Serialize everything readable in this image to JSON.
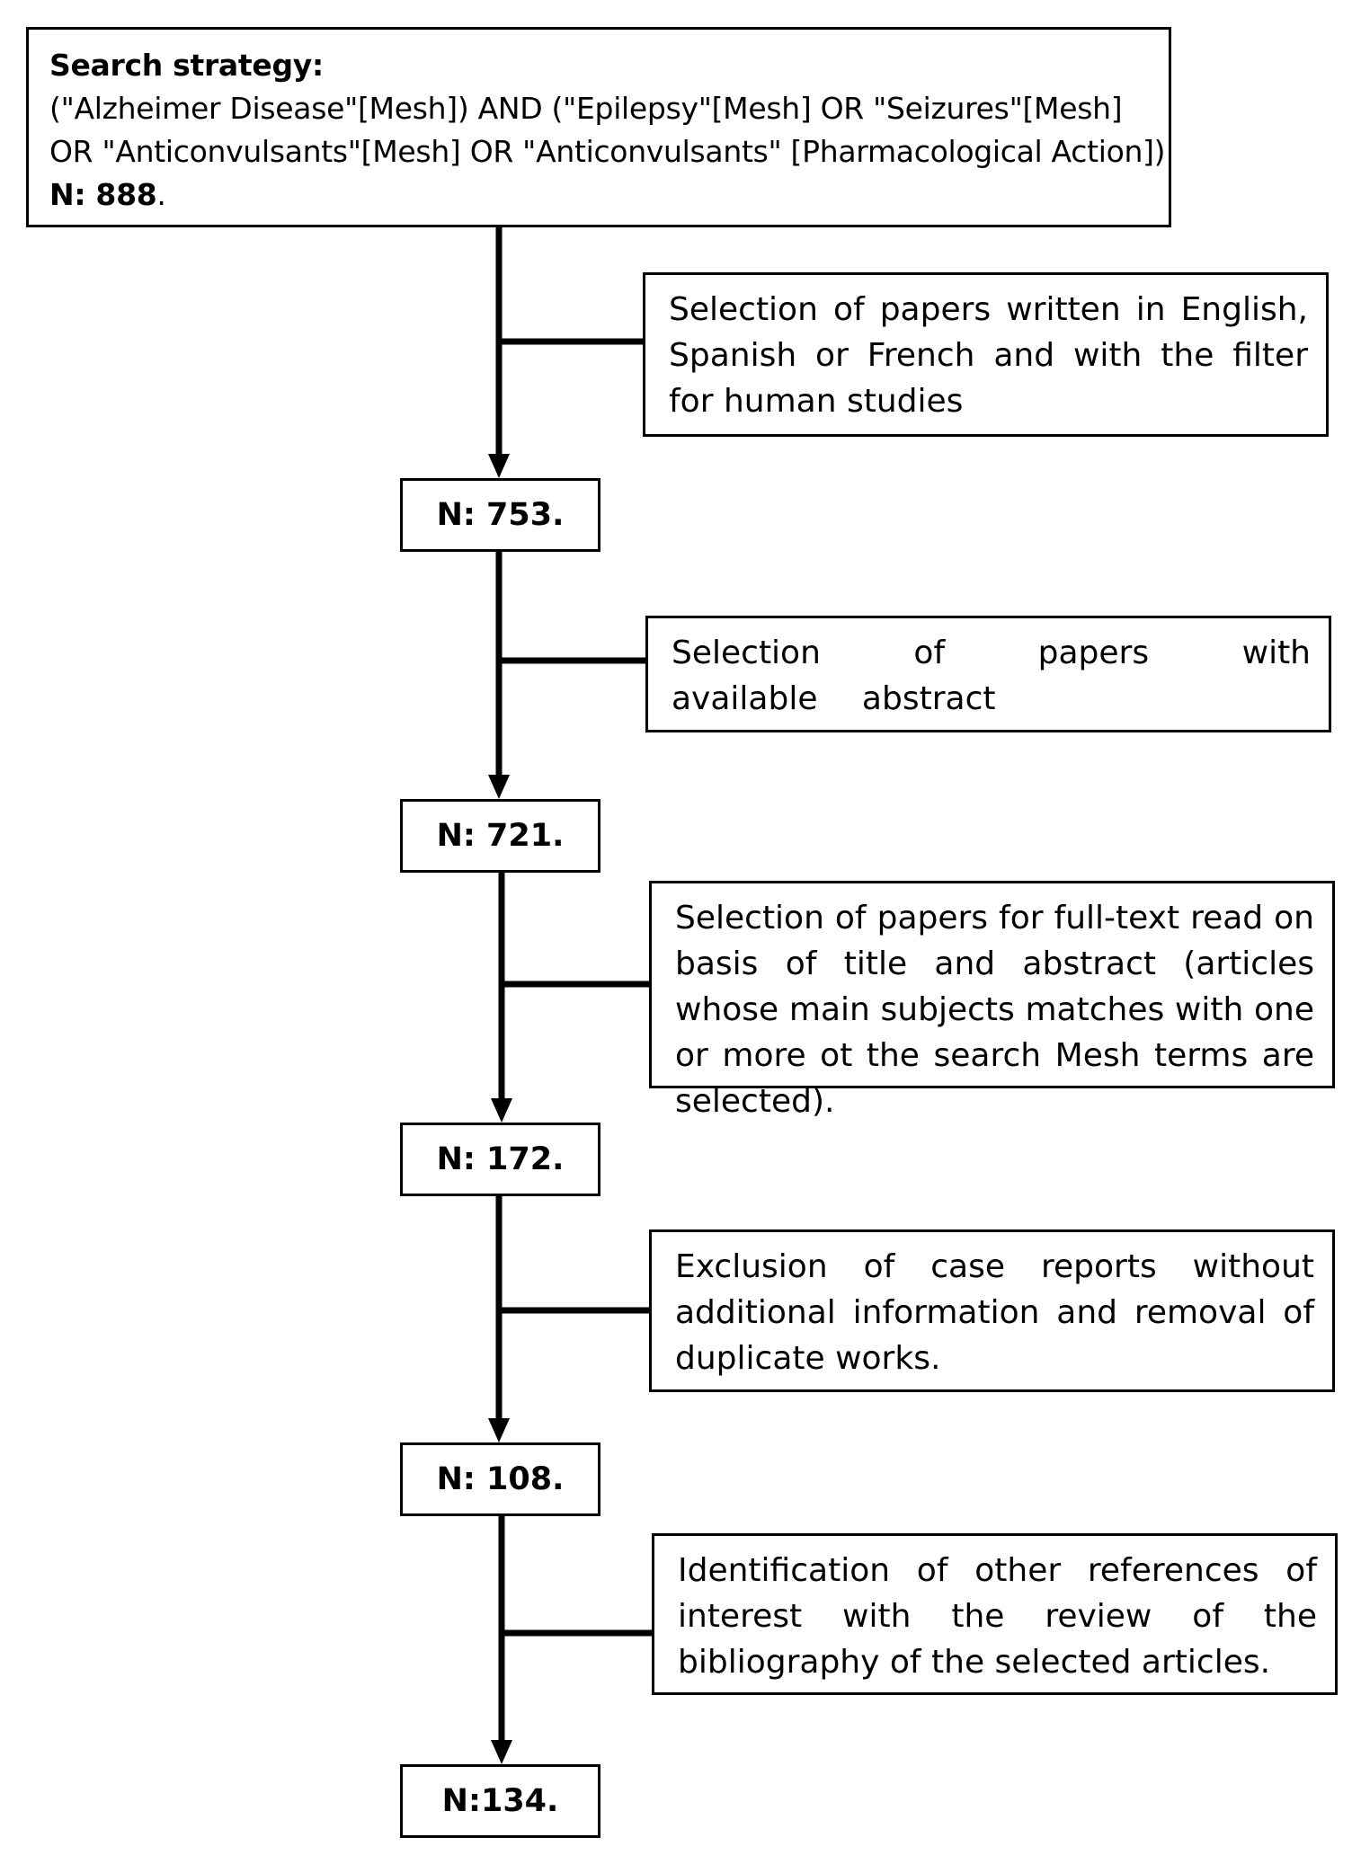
{
  "search": {
    "heading": "Search strategy:",
    "query_line_1": "(\"Alzheimer Disease\"[Mesh]) AND (\"Epilepsy\"[Mesh] OR \"Seizures\"[Mesh]",
    "query_line_2": "OR \"Anticonvulsants\"[Mesh] OR \"Anticonvulsants\" [Pharmacological Action])",
    "count_label": "N: 888",
    "count_suffix": "."
  },
  "steps": [
    {
      "filter": "Selection of papers written in English, Spanish or French and with the filter for human studies",
      "result": "N: 753."
    },
    {
      "filter": "Selection of papers with available abstract",
      "result": "N: 721."
    },
    {
      "filter": "Selection of papers for full-text read on basis of title and abstract (articles whose main subjects matches with one or more ot the search Mesh terms are selected).",
      "result": "N: 172."
    },
    {
      "filter": "Exclusion of case reports without additional information and removal of duplicate works.",
      "result": "N: 108."
    },
    {
      "filter": "Identification of other references of interest with the review of the bibliography of the selected articles.",
      "result": "N:134."
    }
  ]
}
